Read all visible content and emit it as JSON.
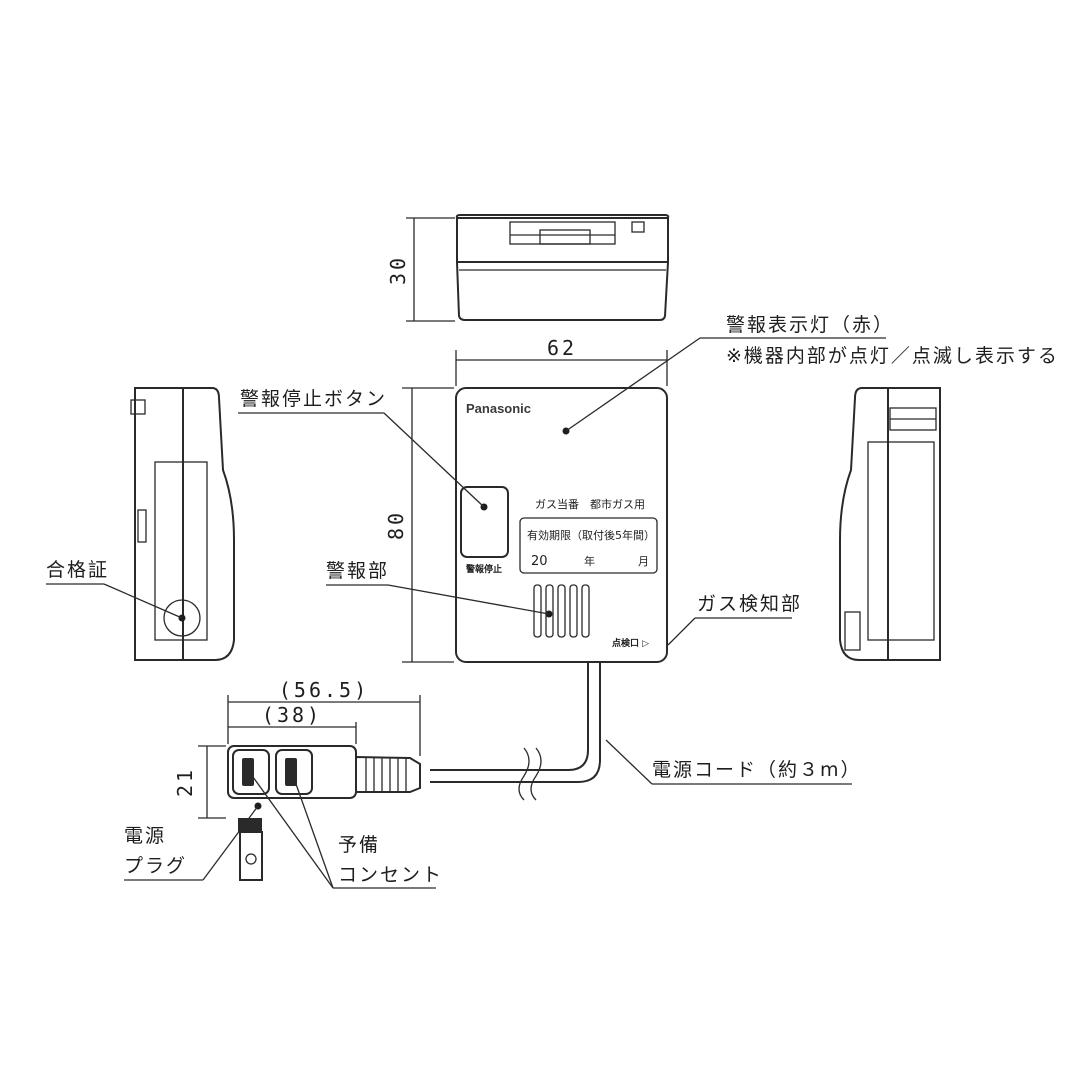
{
  "brand": "Panasonic",
  "dimensions": {
    "height_top": "30",
    "width_front": "62",
    "height_front": "80",
    "plug_total": "(56.5)",
    "plug_width": "(38)",
    "plug_height": "21"
  },
  "callouts": {
    "alarm_lamp_line1": "警報表示灯（赤）",
    "alarm_lamp_line2": "※機器内部が点灯／点滅し表示する",
    "stop_button": "警報停止ボタン",
    "certification": "合格証",
    "alarm_unit": "警報部",
    "gas_sensor": "ガス検知部",
    "power_cord": "電源コード（約３m）",
    "power_plug_line1": "電源",
    "power_plug_line2": "プラグ",
    "spare_outlet_line1": "予備",
    "spare_outlet_line2": "コンセント"
  },
  "face": {
    "gas_type": "ガス当番　都市ガス用",
    "expiry_label": "有効期限（取付後5年間）",
    "year_prefix": "20",
    "year_unit": "年",
    "month_unit": "月",
    "stop_button_caption": "警報停止",
    "check_port": "点検口 ▷"
  }
}
